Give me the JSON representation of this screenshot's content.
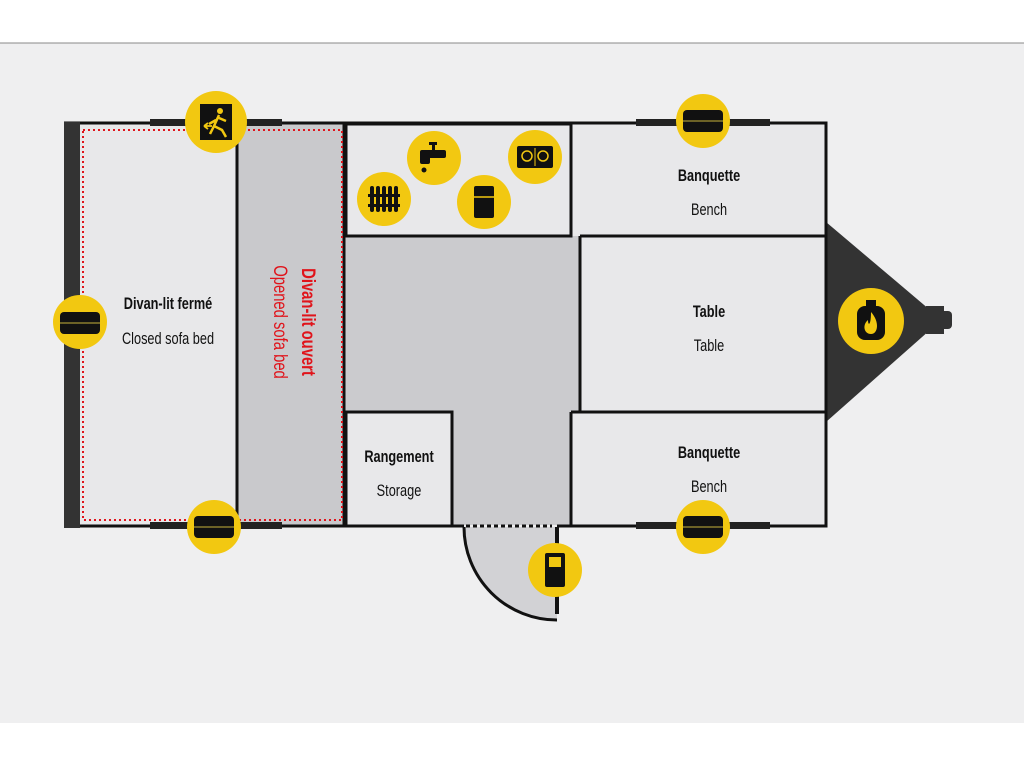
{
  "colors": {
    "accent_yellow": "#f2c811",
    "wall": "#111111",
    "sofa_dotted": "#e0141b",
    "hitch": "#333333"
  },
  "rooms": {
    "closed_sofa": {
      "fr": "Divan-lit fermé",
      "en": "Closed sofa bed"
    },
    "opened_sofa": {
      "fr": "Divan-lit ouvert",
      "en": "Opened sofa bed"
    },
    "bench_top": {
      "fr": "Banquette",
      "en": "Bench"
    },
    "table": {
      "fr": "Table",
      "en": "Table"
    },
    "bench_bottom": {
      "fr": "Banquette",
      "en": "Bench"
    },
    "storage": {
      "fr": "Rangement",
      "en": "Storage"
    }
  },
  "icons": [
    "emergency-exit-icon",
    "window-icon",
    "radiator-icon",
    "faucet-icon",
    "fridge-icon",
    "stove-icon",
    "gas-bottle-icon",
    "door-icon"
  ]
}
